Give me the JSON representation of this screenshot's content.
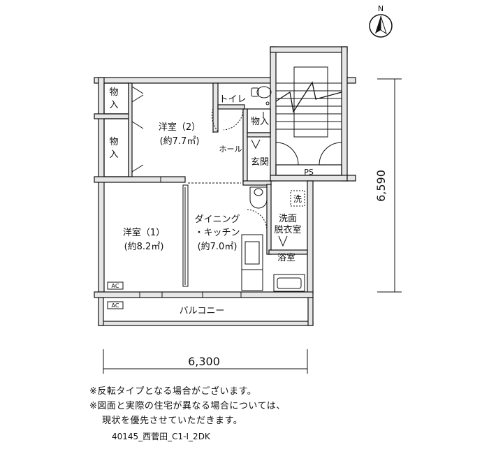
{
  "compass": {
    "letter": "N"
  },
  "rooms": {
    "western_room_2_name": "洋室（2）",
    "western_room_2_size": "(約7.7㎡)",
    "western_room_1_name": "洋室（1）",
    "western_room_1_size": "(約8.2㎡)",
    "dining_kitchen_line1": "ダイニング",
    "dining_kitchen_line2": "・キッチン",
    "dining_kitchen_size": "(約7.0㎡)",
    "toilet": "トイレ",
    "hall": "ホール",
    "entrance": "玄関",
    "bath": "浴室",
    "washroom_line1": "洗面",
    "washroom_line2": "脱衣室",
    "washer": "洗",
    "ps": "PS",
    "balcony": "バルコニー",
    "storage": "物入",
    "ac": "AC"
  },
  "dimensions": {
    "width": "6,300",
    "depth": "6,590"
  },
  "notes": {
    "line1": "※反転タイプとなる場合がございます。",
    "line2": "※図面と実際の住宅が異なる場合については、",
    "line3": "現状を優先させていただきます。"
  },
  "plan_code": "40145_西菅田_C1-Ⅰ_2DK"
}
